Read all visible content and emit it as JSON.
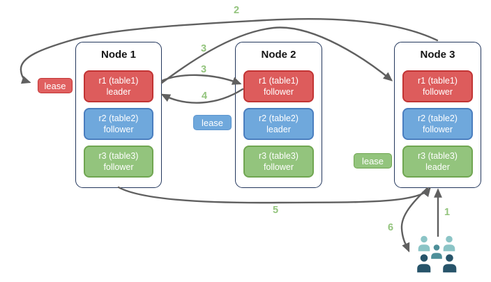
{
  "diagram": {
    "nodes": [
      {
        "title": "Node 1",
        "replicas": [
          {
            "line1": "r1 (table1)",
            "line2": "leader",
            "color": "red"
          },
          {
            "line1": "r2 (table2)",
            "line2": "follower",
            "color": "blue"
          },
          {
            "line1": "r3 (table3)",
            "line2": "follower",
            "color": "green"
          }
        ]
      },
      {
        "title": "Node 2",
        "replicas": [
          {
            "line1": "r1 (table1)",
            "line2": "follower",
            "color": "red"
          },
          {
            "line1": "r2 (table2)",
            "line2": "leader",
            "color": "blue"
          },
          {
            "line1": "r3 (table3)",
            "line2": "follower",
            "color": "green"
          }
        ]
      },
      {
        "title": "Node 3",
        "replicas": [
          {
            "line1": "r1 (table1)",
            "line2": "follower",
            "color": "red"
          },
          {
            "line1": "r2 (table2)",
            "line2": "follower",
            "color": "blue"
          },
          {
            "line1": "r3 (table3)",
            "line2": "leader",
            "color": "green"
          }
        ]
      }
    ],
    "leases": [
      {
        "label": "lease",
        "color": "red"
      },
      {
        "label": "lease",
        "color": "blue"
      },
      {
        "label": "lease",
        "color": "green"
      }
    ],
    "steps": {
      "s1": "1",
      "s2": "2",
      "s3a": "3",
      "s3b": "3",
      "s4": "4",
      "s5": "5",
      "s6": "6"
    },
    "icons": {
      "users_group": "users-icon"
    },
    "colors": {
      "replica_red_fill": "#dd5c5c",
      "replica_red_border": "#c23434",
      "replica_blue_fill": "#6fa8dc",
      "replica_blue_border": "#4a7ebf",
      "replica_green_fill": "#93c47d",
      "replica_green_border": "#70a651",
      "node_border": "#22365c",
      "arrow": "#606060",
      "step_label": "#93c47d",
      "users_light": "#8bc4c6",
      "users_mid": "#4d8f99",
      "users_dark": "#27546a"
    }
  }
}
